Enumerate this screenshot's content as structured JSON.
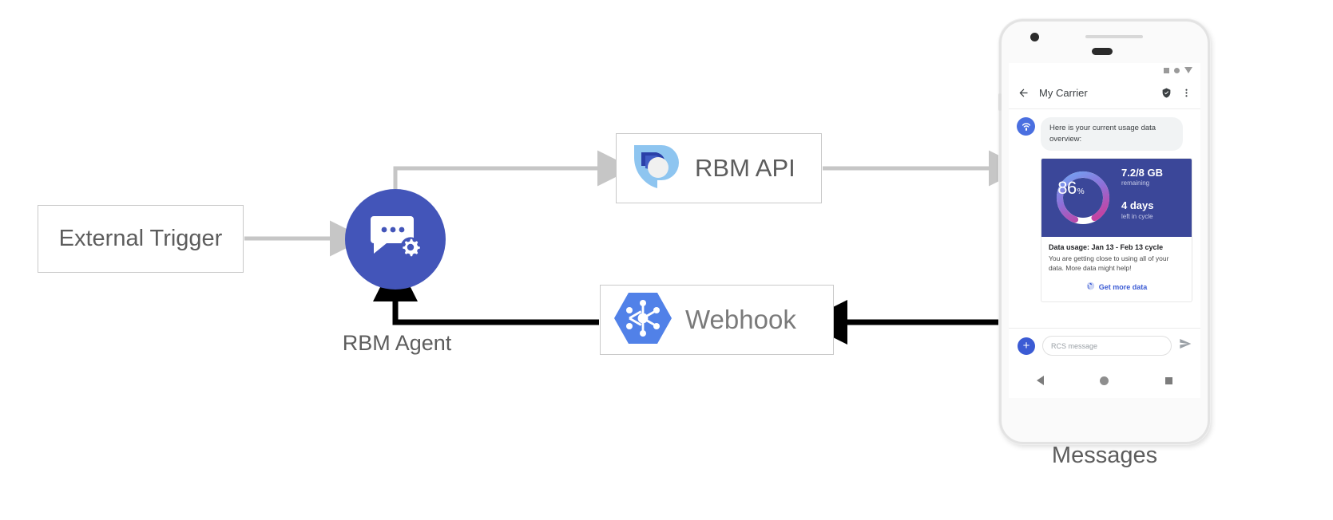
{
  "diagram": {
    "external_trigger": {
      "label": "External Trigger"
    },
    "rbm_agent": {
      "caption": "RBM Agent",
      "icon": "chat-gear-icon",
      "color": "#4355b9"
    },
    "rbm_api": {
      "label": "RBM API",
      "icon": "rbm-api-logo-icon"
    },
    "webhook": {
      "label": "Webhook",
      "icon": "webhook-hexagon-icon",
      "color": "#5181e8"
    },
    "messages_caption": "Messages",
    "arrow_colors": {
      "gray": "#c6c6c6",
      "black": "#000000"
    }
  },
  "phone": {
    "status_bar": {
      "icons": [
        "square-icon",
        "circle-icon",
        "triangle-down-icon"
      ]
    },
    "app_bar": {
      "back_icon": "back-arrow-icon",
      "title": "My Carrier",
      "verified_icon": "verified-shield-icon",
      "overflow_icon": "more-vert-icon"
    },
    "conversation": {
      "avatar_icon": "signal-tower-icon",
      "message": "Here is your current usage data overview:"
    },
    "card": {
      "donut": {
        "percent": "86",
        "percent_symbol": "%",
        "value": 86,
        "gradient": [
          "#6fa8f5",
          "#8e6fd8",
          "#d6338f"
        ]
      },
      "hero_primary": "7.2/8 GB",
      "hero_primary_sub": "remaining",
      "hero_secondary": "4 days",
      "hero_secondary_sub": "left in cycle",
      "hero_bg": "#3b4799",
      "title": "Data usage: Jan 13 - Feb 13 cycle",
      "description": "You are getting close to using all of your data. More data might help!",
      "action_label": "Get more data",
      "action_icon": "globe-icon",
      "action_color": "#3b5bd4"
    },
    "composer": {
      "plus_icon": "plus-icon",
      "placeholder": "RCS message",
      "send_icon": "send-icon"
    },
    "nav_bar": {
      "icons": [
        "nav-back-icon",
        "nav-home-icon",
        "nav-recents-icon"
      ]
    }
  }
}
